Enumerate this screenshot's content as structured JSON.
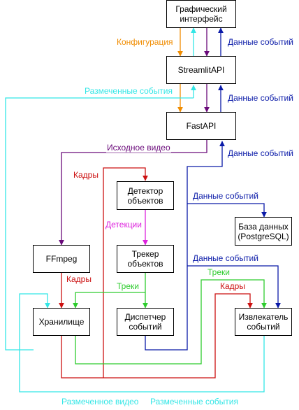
{
  "nodes": {
    "gui": "Графический\nинтерфейс",
    "streamlit": "StreamlitAPI",
    "fastapi": "FastAPI",
    "detector": "Детектор\nобъектов",
    "db": "База данных\n(PostgreSQL)",
    "ffmpeg": "FFmpeg",
    "tracker": "Трекер\nобъектов",
    "storage": "Хранилище",
    "dispatcher": "Диспетчер\nсобытий",
    "extractor": "Извлекатель\nсобытий"
  },
  "labels": {
    "config": "Конфигурация",
    "events_data_1": "Данные событий",
    "annotated_events_top": "Размеченные события",
    "events_data_2": "Данные событий",
    "source_video": "Исходное видео",
    "events_data_3": "Данные событий",
    "frames_1": "Кадры",
    "events_data_4": "Данные событий",
    "detections": "Детекции",
    "events_data_5": "Данные событий",
    "frames_2": "Кадры",
    "tracks_1": "Треки",
    "tracks_2": "Треки",
    "frames_3": "Кадры",
    "annotated_video": "Размеченное видео",
    "annotated_events_bottom": "Размеченные события"
  },
  "colors": {
    "config": "#f08c00",
    "cyan": "#33e6e6",
    "purple": "#6a0a7a",
    "navy": "#0a1aa8",
    "red": "#cc1111",
    "magenta": "#dd22dd",
    "green": "#2ecc2e"
  }
}
